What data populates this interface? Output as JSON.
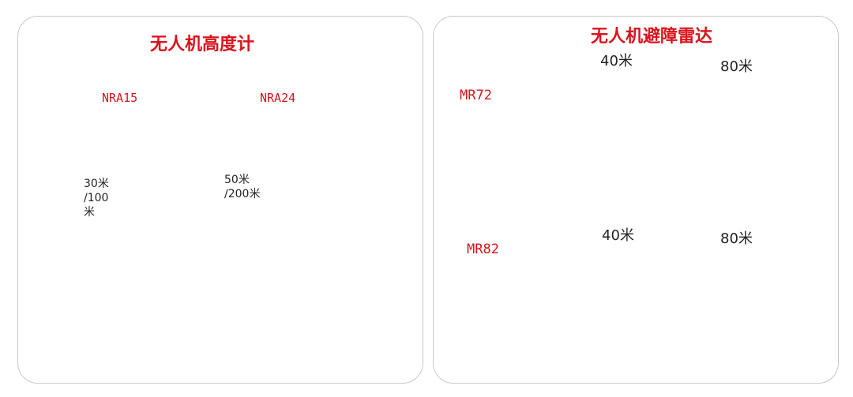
{
  "altimeter": {
    "title": "无人机高度计",
    "sensors": [
      {
        "model": "NRA15",
        "range_lines": [
          "30米",
          "/100",
          "米"
        ]
      },
      {
        "model": "NRA24",
        "range_lines": [
          "50米",
          "/200米"
        ]
      }
    ]
  },
  "obstacle": {
    "title": "无人机避障雷达",
    "sensors": [
      {
        "model": "MR72",
        "near": "40米",
        "far": "80米"
      },
      {
        "model": "MR82",
        "near": "40米",
        "far": "80米"
      }
    ]
  },
  "colors": {
    "accent": "#d9141c",
    "beam": "#c8c8c8",
    "device": "#2b2b2b",
    "panel_border": "#c9c9c9"
  }
}
